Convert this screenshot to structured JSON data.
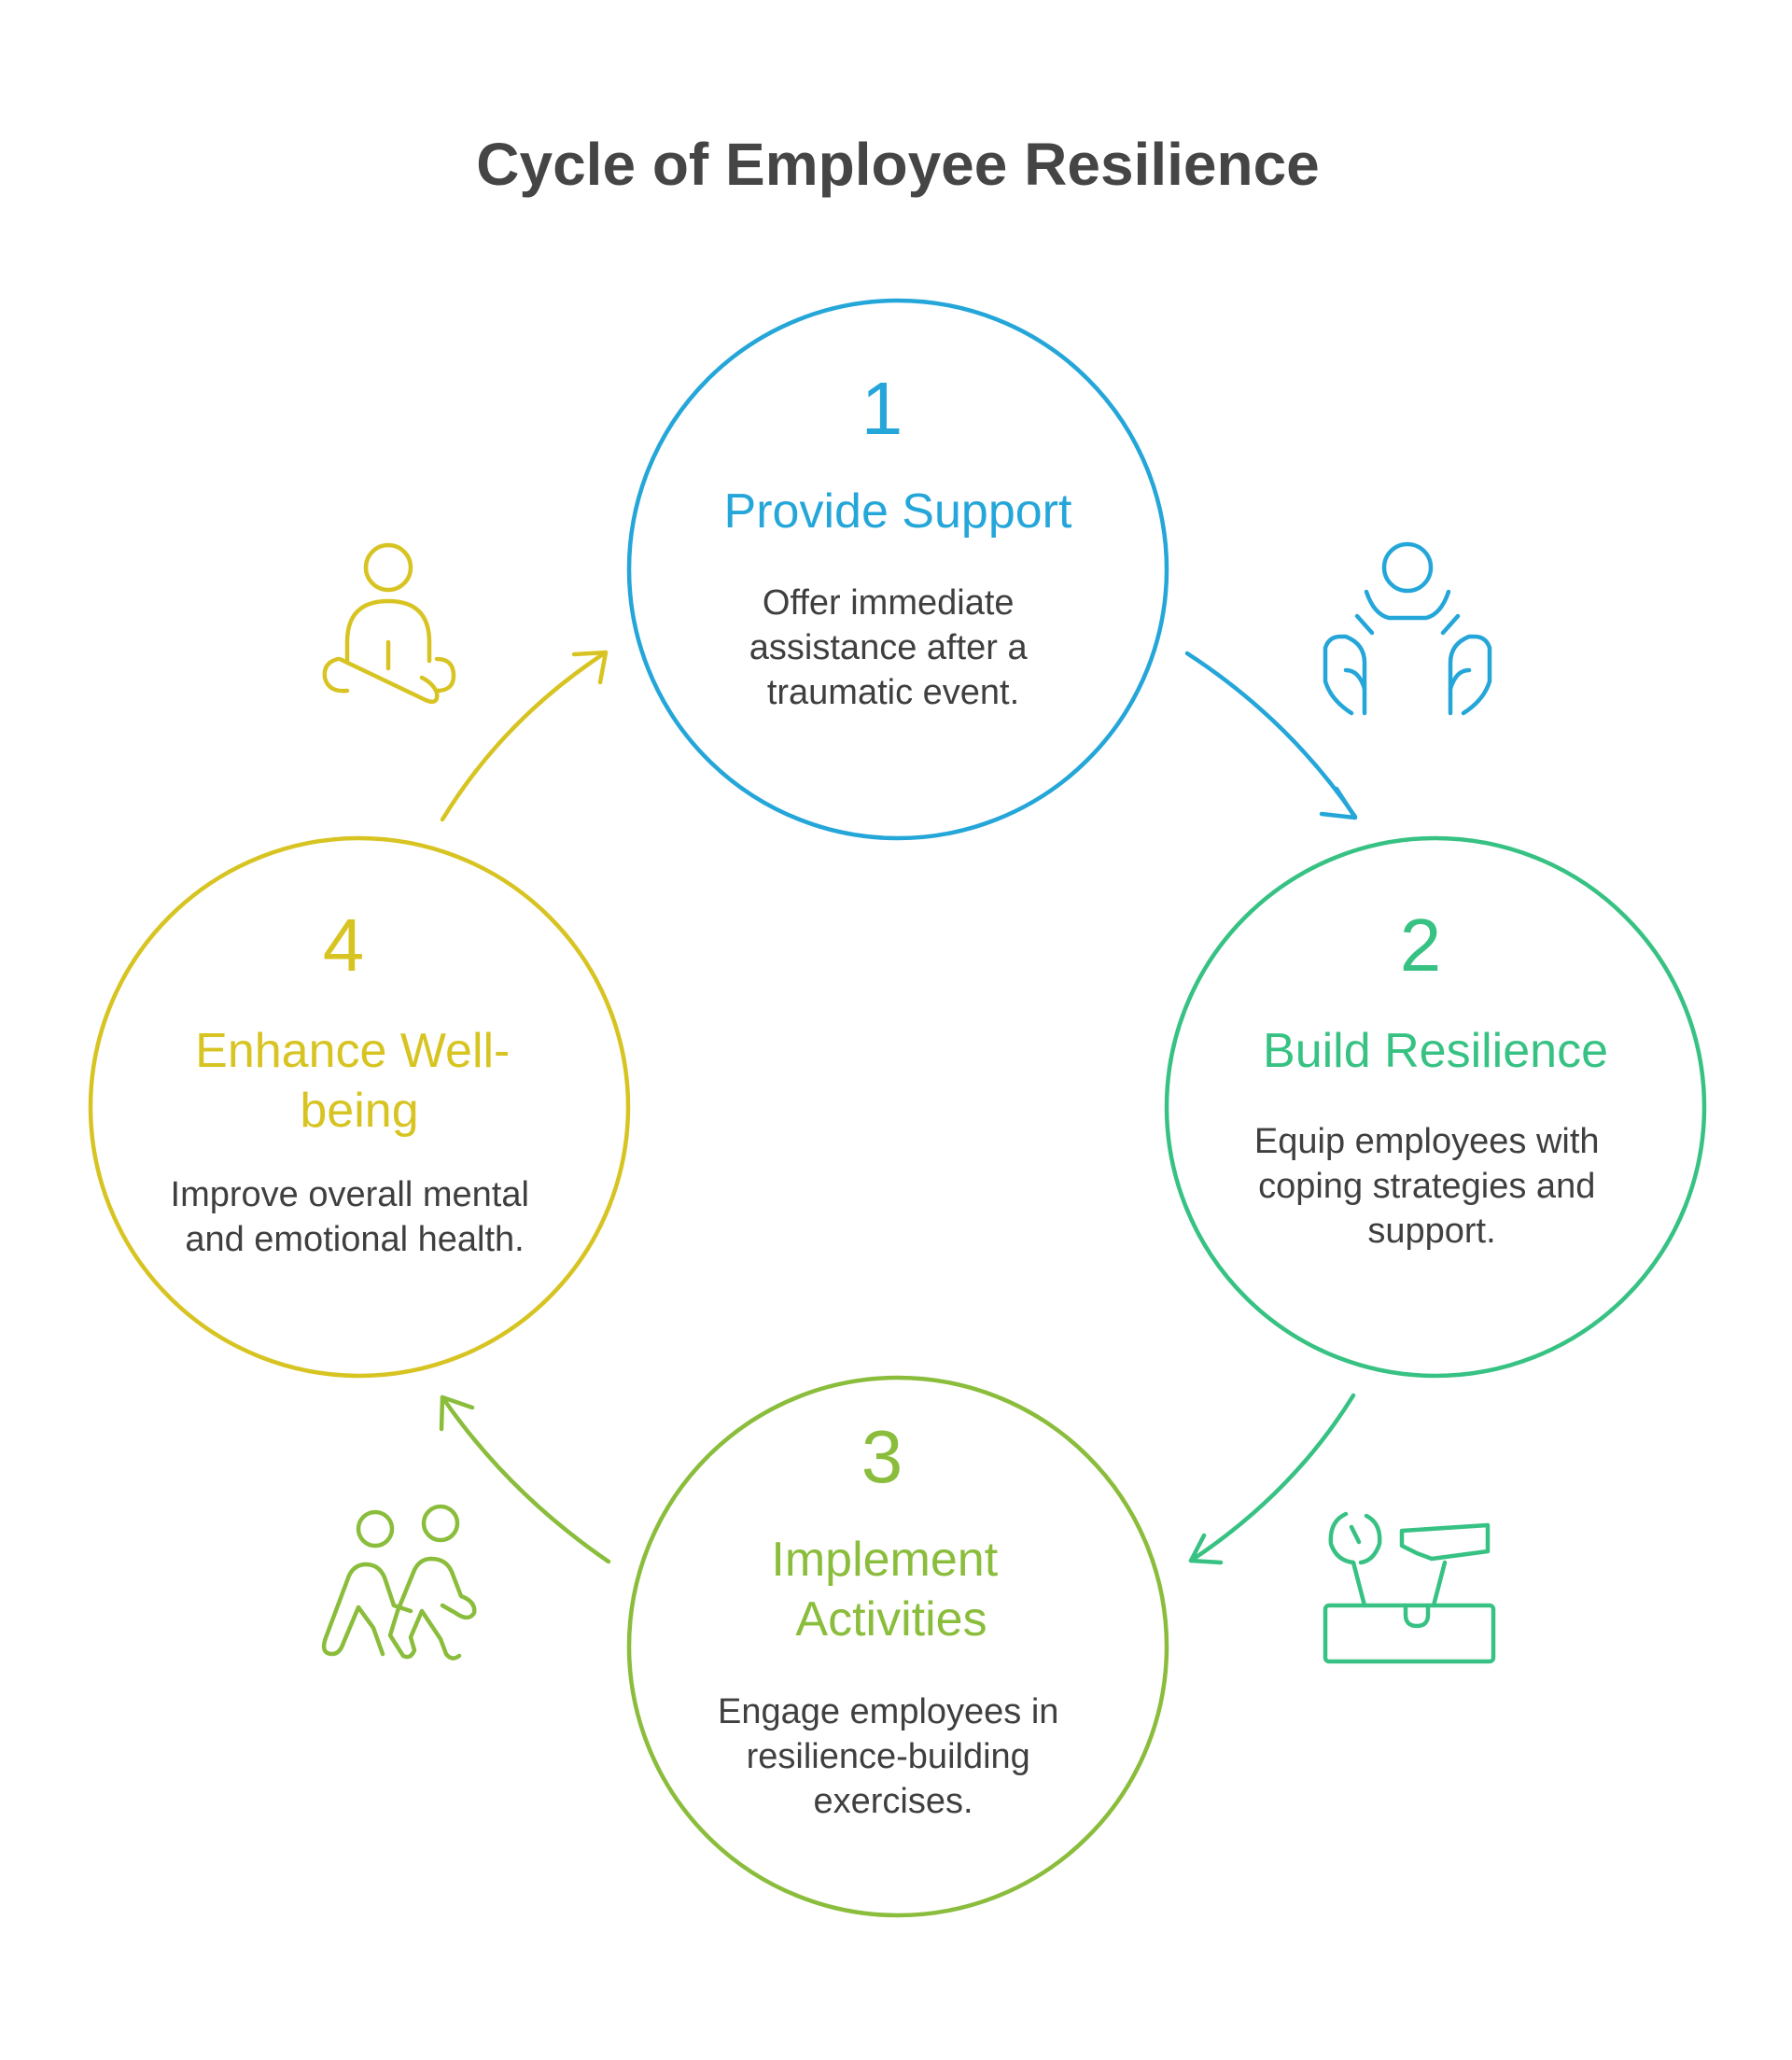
{
  "title": "Cycle of Employee Resilience",
  "steps": [
    {
      "number": "1",
      "heading": [
        "Provide Support"
      ],
      "description": [
        "Offer immediate",
        "assistance after a",
        "traumatic event."
      ],
      "color": "#25a6d9",
      "icon": "supporting-hands-icon"
    },
    {
      "number": "2",
      "heading": [
        "Build Resilience"
      ],
      "description": [
        "Equip employees with",
        "coping strategies and",
        "support."
      ],
      "color": "#37c283",
      "icon": "toolbox-icon"
    },
    {
      "number": "3",
      "heading": [
        "Implement",
        "Activities"
      ],
      "description": [
        "Engage employees in",
        "resilience-building",
        "exercises."
      ],
      "color": "#8bbd3c",
      "icon": "walking-people-icon"
    },
    {
      "number": "4",
      "heading": [
        "Enhance Well-",
        "being"
      ],
      "description": [
        "Improve overall mental",
        "and emotional health."
      ],
      "color": "#d7c422",
      "icon": "meditation-icon"
    }
  ]
}
